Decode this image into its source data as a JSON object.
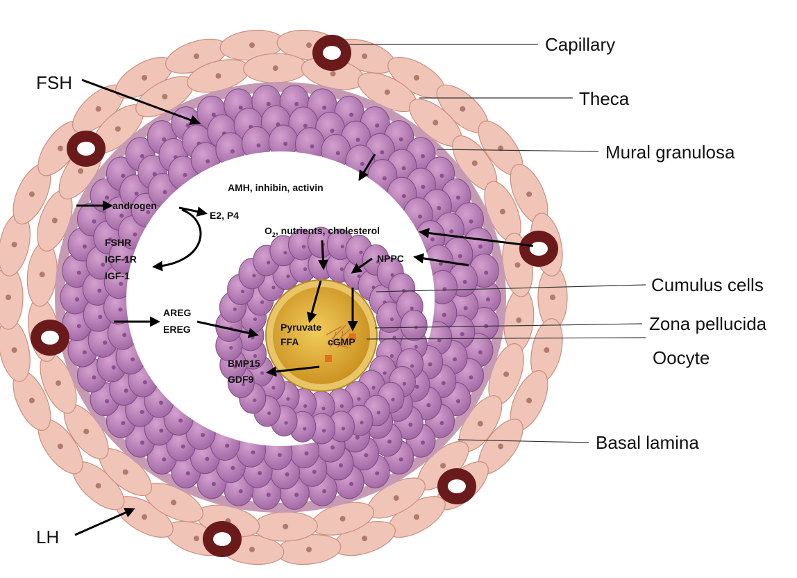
{
  "labels": {
    "capillary": "Capillary",
    "theca": "Theca",
    "mural_granulosa": "Mural granulosa",
    "cumulus_cells": "Cumulus cells",
    "zona_pellucida": "Zona pellucida",
    "oocyte": "Oocyte",
    "basal_lamina": "Basal lamina",
    "fsh": "FSH",
    "lh": "LH"
  },
  "inner_labels": {
    "amh": "AMH, inhibin, activin",
    "androgen": "androgen",
    "e2_p4": "E2, P4",
    "o2_prefix": "O",
    "o2_subscript": "2",
    "o2_rest": ", nutrients, cholesterol",
    "nppc": "NPPC",
    "fshr": "FSHR",
    "igf1r": "IGF-1R",
    "igf1": "IGF-1",
    "areg": "AREG",
    "ereg": "EREG",
    "pyruvate": "Pyruvate",
    "ffa": "FFA",
    "cgmp": "cGMP",
    "bmp15": "BMP15",
    "gdf9": "GDF9"
  },
  "colors": {
    "theca_fill": "#f0c4b6",
    "theca_stroke": "#c98f80",
    "theca_nucleus": "#b07a6c",
    "granulosa_fill": "#b67bb4",
    "granulosa_stroke": "#7e4b82",
    "basal_lamina": "#c69ab4",
    "capillary": "#6b1a1c",
    "oocyte": "#d9a632",
    "zona": "#e8c566",
    "chromosome": "#e07020",
    "arrow": "#000000"
  }
}
